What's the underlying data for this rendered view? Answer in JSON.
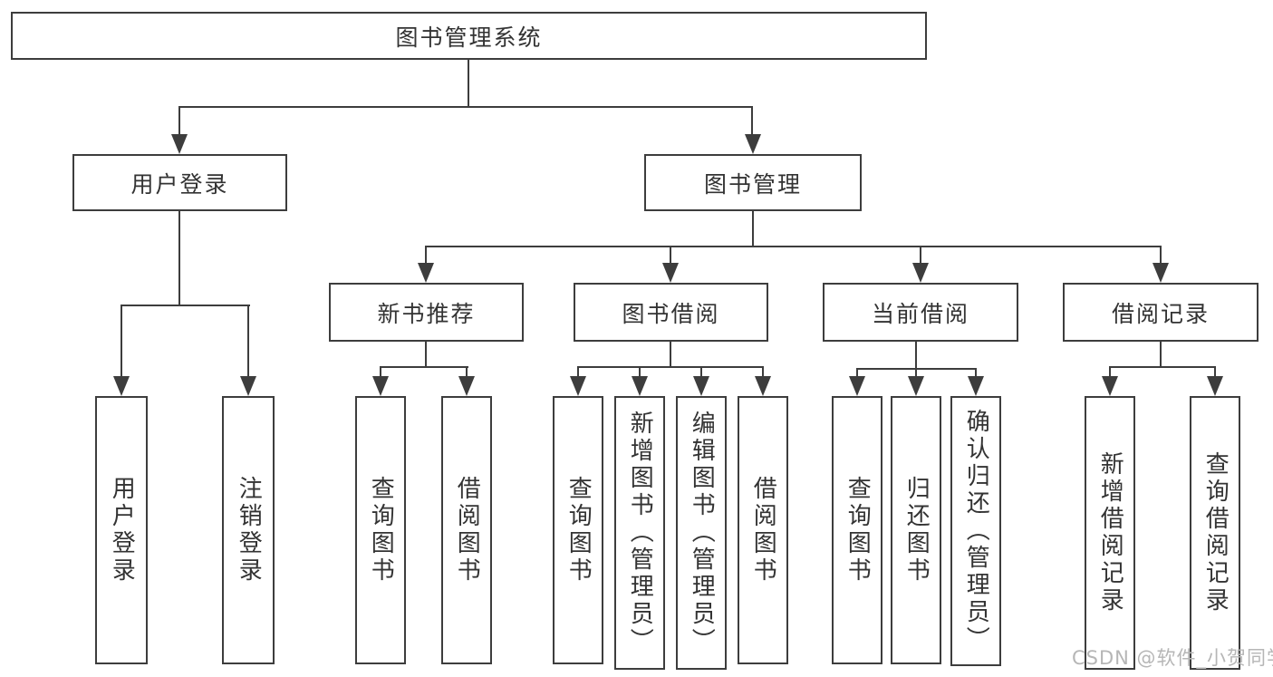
{
  "diagram": {
    "title": "图书管理系统",
    "branches": [
      {
        "label": "用户登录",
        "children": [
          {
            "label": "用户登录"
          },
          {
            "label": "注销登录"
          }
        ]
      },
      {
        "label": "图书管理",
        "children": [
          {
            "label": "新书推荐",
            "children": [
              {
                "label": "查询图书"
              },
              {
                "label": "借阅图书"
              }
            ]
          },
          {
            "label": "图书借阅",
            "children": [
              {
                "label": "查询图书"
              },
              {
                "label": "新增图书（管理员）"
              },
              {
                "label": "编辑图书（管理员）"
              },
              {
                "label": "借阅图书"
              }
            ]
          },
          {
            "label": "当前借阅",
            "children": [
              {
                "label": "查询图书"
              },
              {
                "label": "归还图书"
              },
              {
                "label": "确认归还（管理员）"
              }
            ]
          },
          {
            "label": "借阅记录",
            "children": [
              {
                "label": "新增借阅记录"
              },
              {
                "label": "查询借阅记录"
              }
            ]
          }
        ]
      }
    ],
    "colors": {
      "line": "#3d3d3d",
      "text": "#333333",
      "background": "#ffffff"
    }
  },
  "watermark": {
    "text": "CSDN @软件_小贺同学",
    "color": "#b6b6b6"
  }
}
